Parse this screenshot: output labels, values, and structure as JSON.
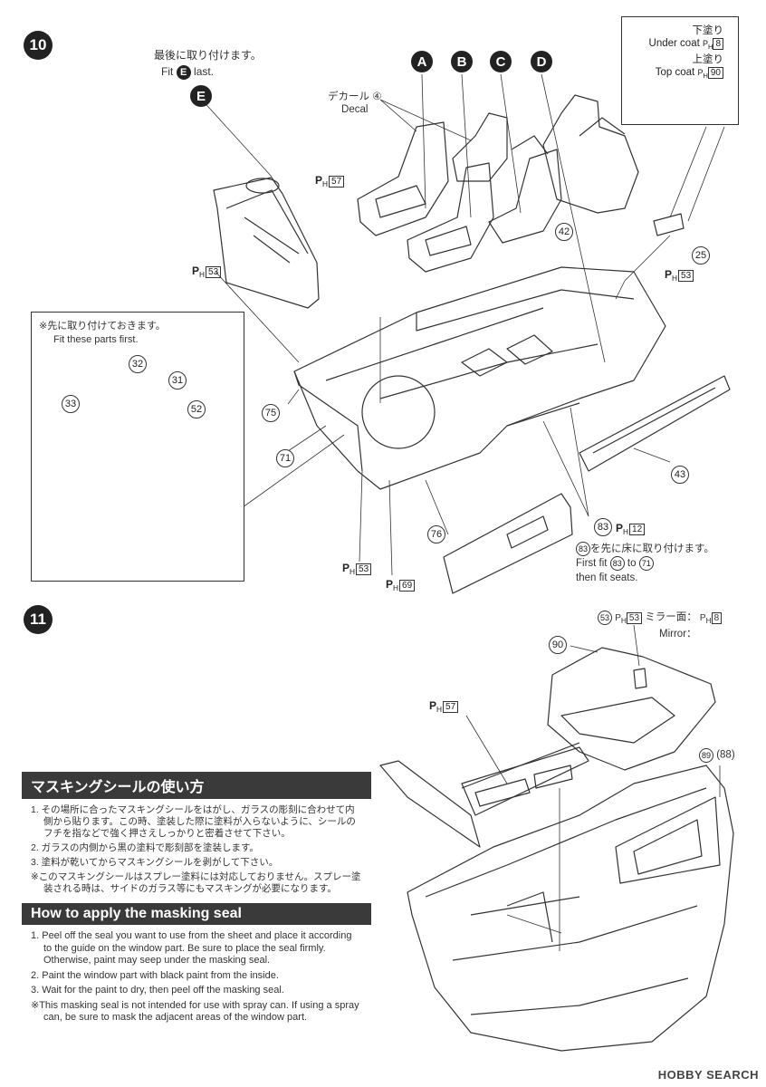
{
  "step10": {
    "number": "10",
    "fit_last_jp": "最後に取り付けます。",
    "fit_last_en_prefix": "Fit",
    "fit_last_letter": "E",
    "fit_last_en_suffix": "last.",
    "label_e": "E",
    "letters": [
      "A",
      "B",
      "C",
      "D"
    ],
    "decal_jp": "デカール",
    "decal_en": "Decal",
    "decal_num": "④",
    "coat": {
      "under_jp": "下塗り",
      "under_en": "Under coat",
      "under_code": "8",
      "top_jp": "上塗り",
      "top_en": "Top coat",
      "top_code": "90"
    },
    "ph_labels": [
      "57",
      "53",
      "53",
      "53",
      "69",
      "12"
    ],
    "inset": {
      "note_jp": "※先に取り付けておきます。",
      "note_en": "Fit these parts first."
    },
    "part_numbers": [
      "25",
      "42",
      "75",
      "71",
      "43",
      "76",
      "83",
      "33",
      "32",
      "31",
      "52"
    ],
    "first_fit": {
      "jp_num": "83",
      "jp_text": "を先に床に取り付けます。",
      "en_line1_prefix": "First fit",
      "en_a": "83",
      "en_mid": "to",
      "en_b": "71",
      "en_line2": "then fit seats."
    }
  },
  "step11": {
    "number": "11",
    "p53": "53",
    "mirror_jp": "ミラー面：",
    "mirror_en": "Mirror：",
    "mirror_code": "8",
    "ph57": "57",
    "part_90": "90",
    "part_89": "89",
    "part_88": "(88)"
  },
  "masking": {
    "jp_title": "マスキングシールの使い方",
    "jp_items": [
      "1. その場所に合ったマスキングシールをはがし、ガラスの彫刻に合わせて内側から貼ります。この時、塗装した際に塗料が入らないように、シールのフチを指などで強く押さえしっかりと密着させて下さい。",
      "2. ガラスの内側から黒の塗料で彫刻部を塗装します。",
      "3. 塗料が乾いてからマスキングシールを剥がして下さい。",
      "※このマスキングシールはスプレー塗料には対応しておりません。スプレー塗装される時は、サイドのガラス等にもマスキングが必要になります。"
    ],
    "en_title": "How to apply the masking seal",
    "en_items": [
      "1. Peel off the seal you want to use from the sheet and place it according to the guide on the window part. Be sure to place the seal firmly. Otherwise, paint may seep under the masking seal.",
      "2. Paint the window part with black paint from the inside.",
      "3. Wait for the paint to dry, then peel off the masking seal.",
      "※This masking seal is not intended for use with spray can. If using a spray can, be sure to mask the adjacent areas of the window part."
    ]
  },
  "watermark": "HOBBY SEARCH"
}
